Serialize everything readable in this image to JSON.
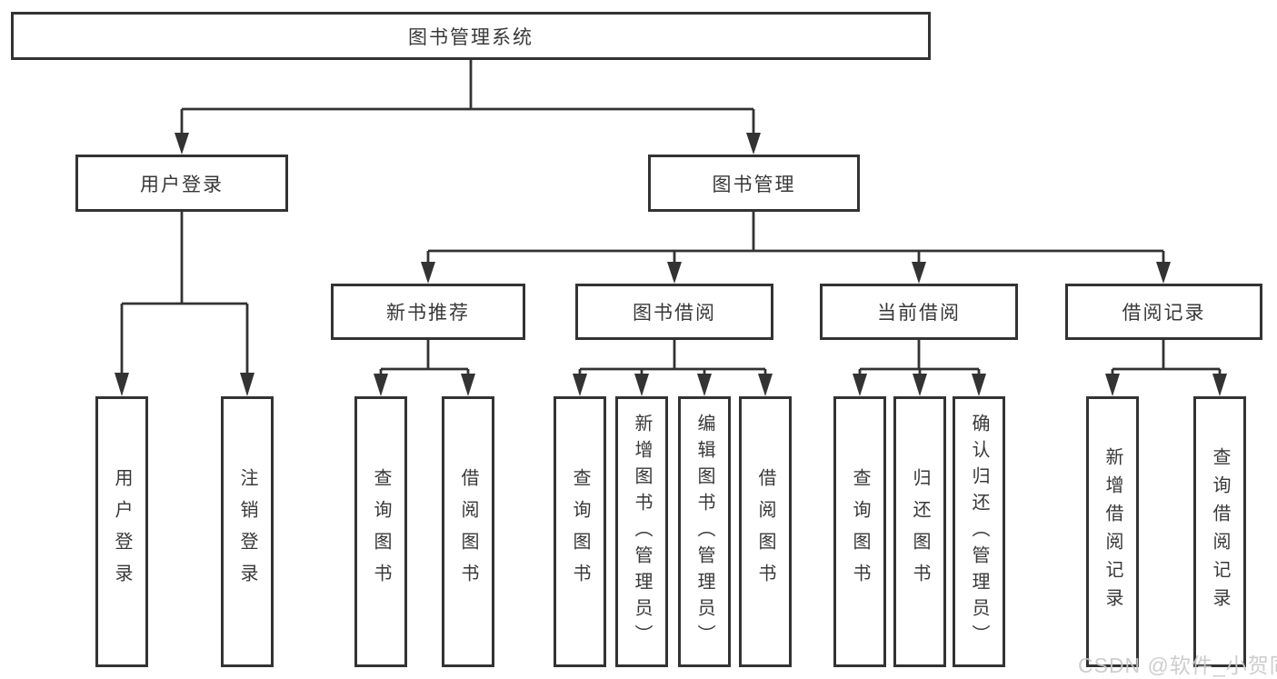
{
  "diagram": {
    "root": {
      "label": "图书管理系统"
    },
    "level2": {
      "user_login": {
        "label": "用户登录"
      },
      "book_management": {
        "label": "图书管理"
      }
    },
    "level3": {
      "new_book_recommendation": {
        "label": "新书推荐"
      },
      "book_borrowing": {
        "label": "图书借阅"
      },
      "current_borrowing": {
        "label": "当前借阅"
      },
      "borrowing_records": {
        "label": "借阅记录"
      }
    },
    "leaves": {
      "user_login": [
        "用户登录",
        "注销登录"
      ],
      "new_book": [
        "查询图书",
        "借阅图书"
      ],
      "book_borrow": [
        "查询图书",
        "新增图书（管理员）",
        "编辑图书（管理员）",
        "借阅图书"
      ],
      "current_borrow": [
        "查询图书",
        "归还图书",
        "确认归还（管理员）"
      ],
      "borrow_record": [
        "新增借阅记录",
        "查询借阅记录"
      ]
    }
  },
  "watermark": {
    "text": "CSDN @软件_小贺同学"
  },
  "colors": {
    "line": "#333333",
    "text": "#383838",
    "watermark": "#c9c9c9",
    "background": "#ffffff"
  }
}
